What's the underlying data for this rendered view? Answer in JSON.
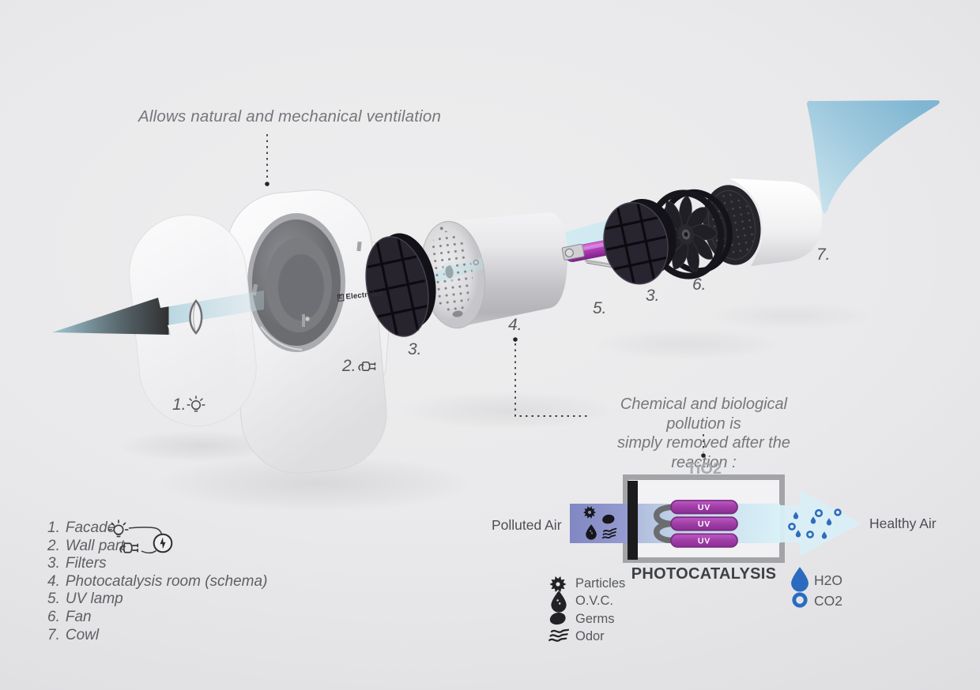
{
  "annotations": {
    "ventilation_note": "Allows natural and mechanical ventilation",
    "reaction_note_line1": "Chemical and biological pollution is",
    "reaction_note_line2": "simply removed after the reaction :"
  },
  "device": {
    "brand_mark": "E",
    "brand": "Electrolux",
    "part_labels": {
      "facade": "1.",
      "wall_part": "2.",
      "filter_front": "3.",
      "room": "4.",
      "uv_lamp": "5.",
      "filter_rear": "3.",
      "fan": "6.",
      "cowl": "7."
    }
  },
  "parts_list": {
    "items": [
      {
        "num": "1.",
        "label": "Facade",
        "icon": "bulb-icon"
      },
      {
        "num": "2.",
        "label": "Wall part",
        "icon": "plug-icon"
      },
      {
        "num": "3.",
        "label": "Filters",
        "icon": ""
      },
      {
        "num": "4.",
        "label": "Photocatalysis room (schema)",
        "icon": ""
      },
      {
        "num": "5.",
        "label": "UV lamp",
        "icon": ""
      },
      {
        "num": "6.",
        "label": "Fan",
        "icon": ""
      },
      {
        "num": "7.",
        "label": "Cowl",
        "icon": ""
      }
    ],
    "power_icon": "lightning-icon"
  },
  "schema": {
    "catalyst": "TiO2",
    "title": "PHOTOCATALYSIS",
    "input_label": "Polluted Air",
    "output_label": "Healthy Air",
    "uv_label": "UV",
    "pollutants": [
      {
        "icon": "particles-icon",
        "label": "Particles"
      },
      {
        "icon": "ovc-droplet-icon",
        "label": "O.V.C."
      },
      {
        "icon": "germ-icon",
        "label": "Germs"
      },
      {
        "icon": "odor-waves-icon",
        "label": "Odor"
      }
    ],
    "products": [
      {
        "icon": "water-drop-icon",
        "label": "H2O"
      },
      {
        "icon": "co2-ring-icon",
        "label": "CO2"
      }
    ]
  },
  "colors": {
    "uv_purple": "#a23fa9",
    "polluted_band": "#868cc4",
    "clean_air_blue": "#d9eff6",
    "airflow_teal": "#a5cdd9",
    "product_blue": "#2a6bc0"
  }
}
